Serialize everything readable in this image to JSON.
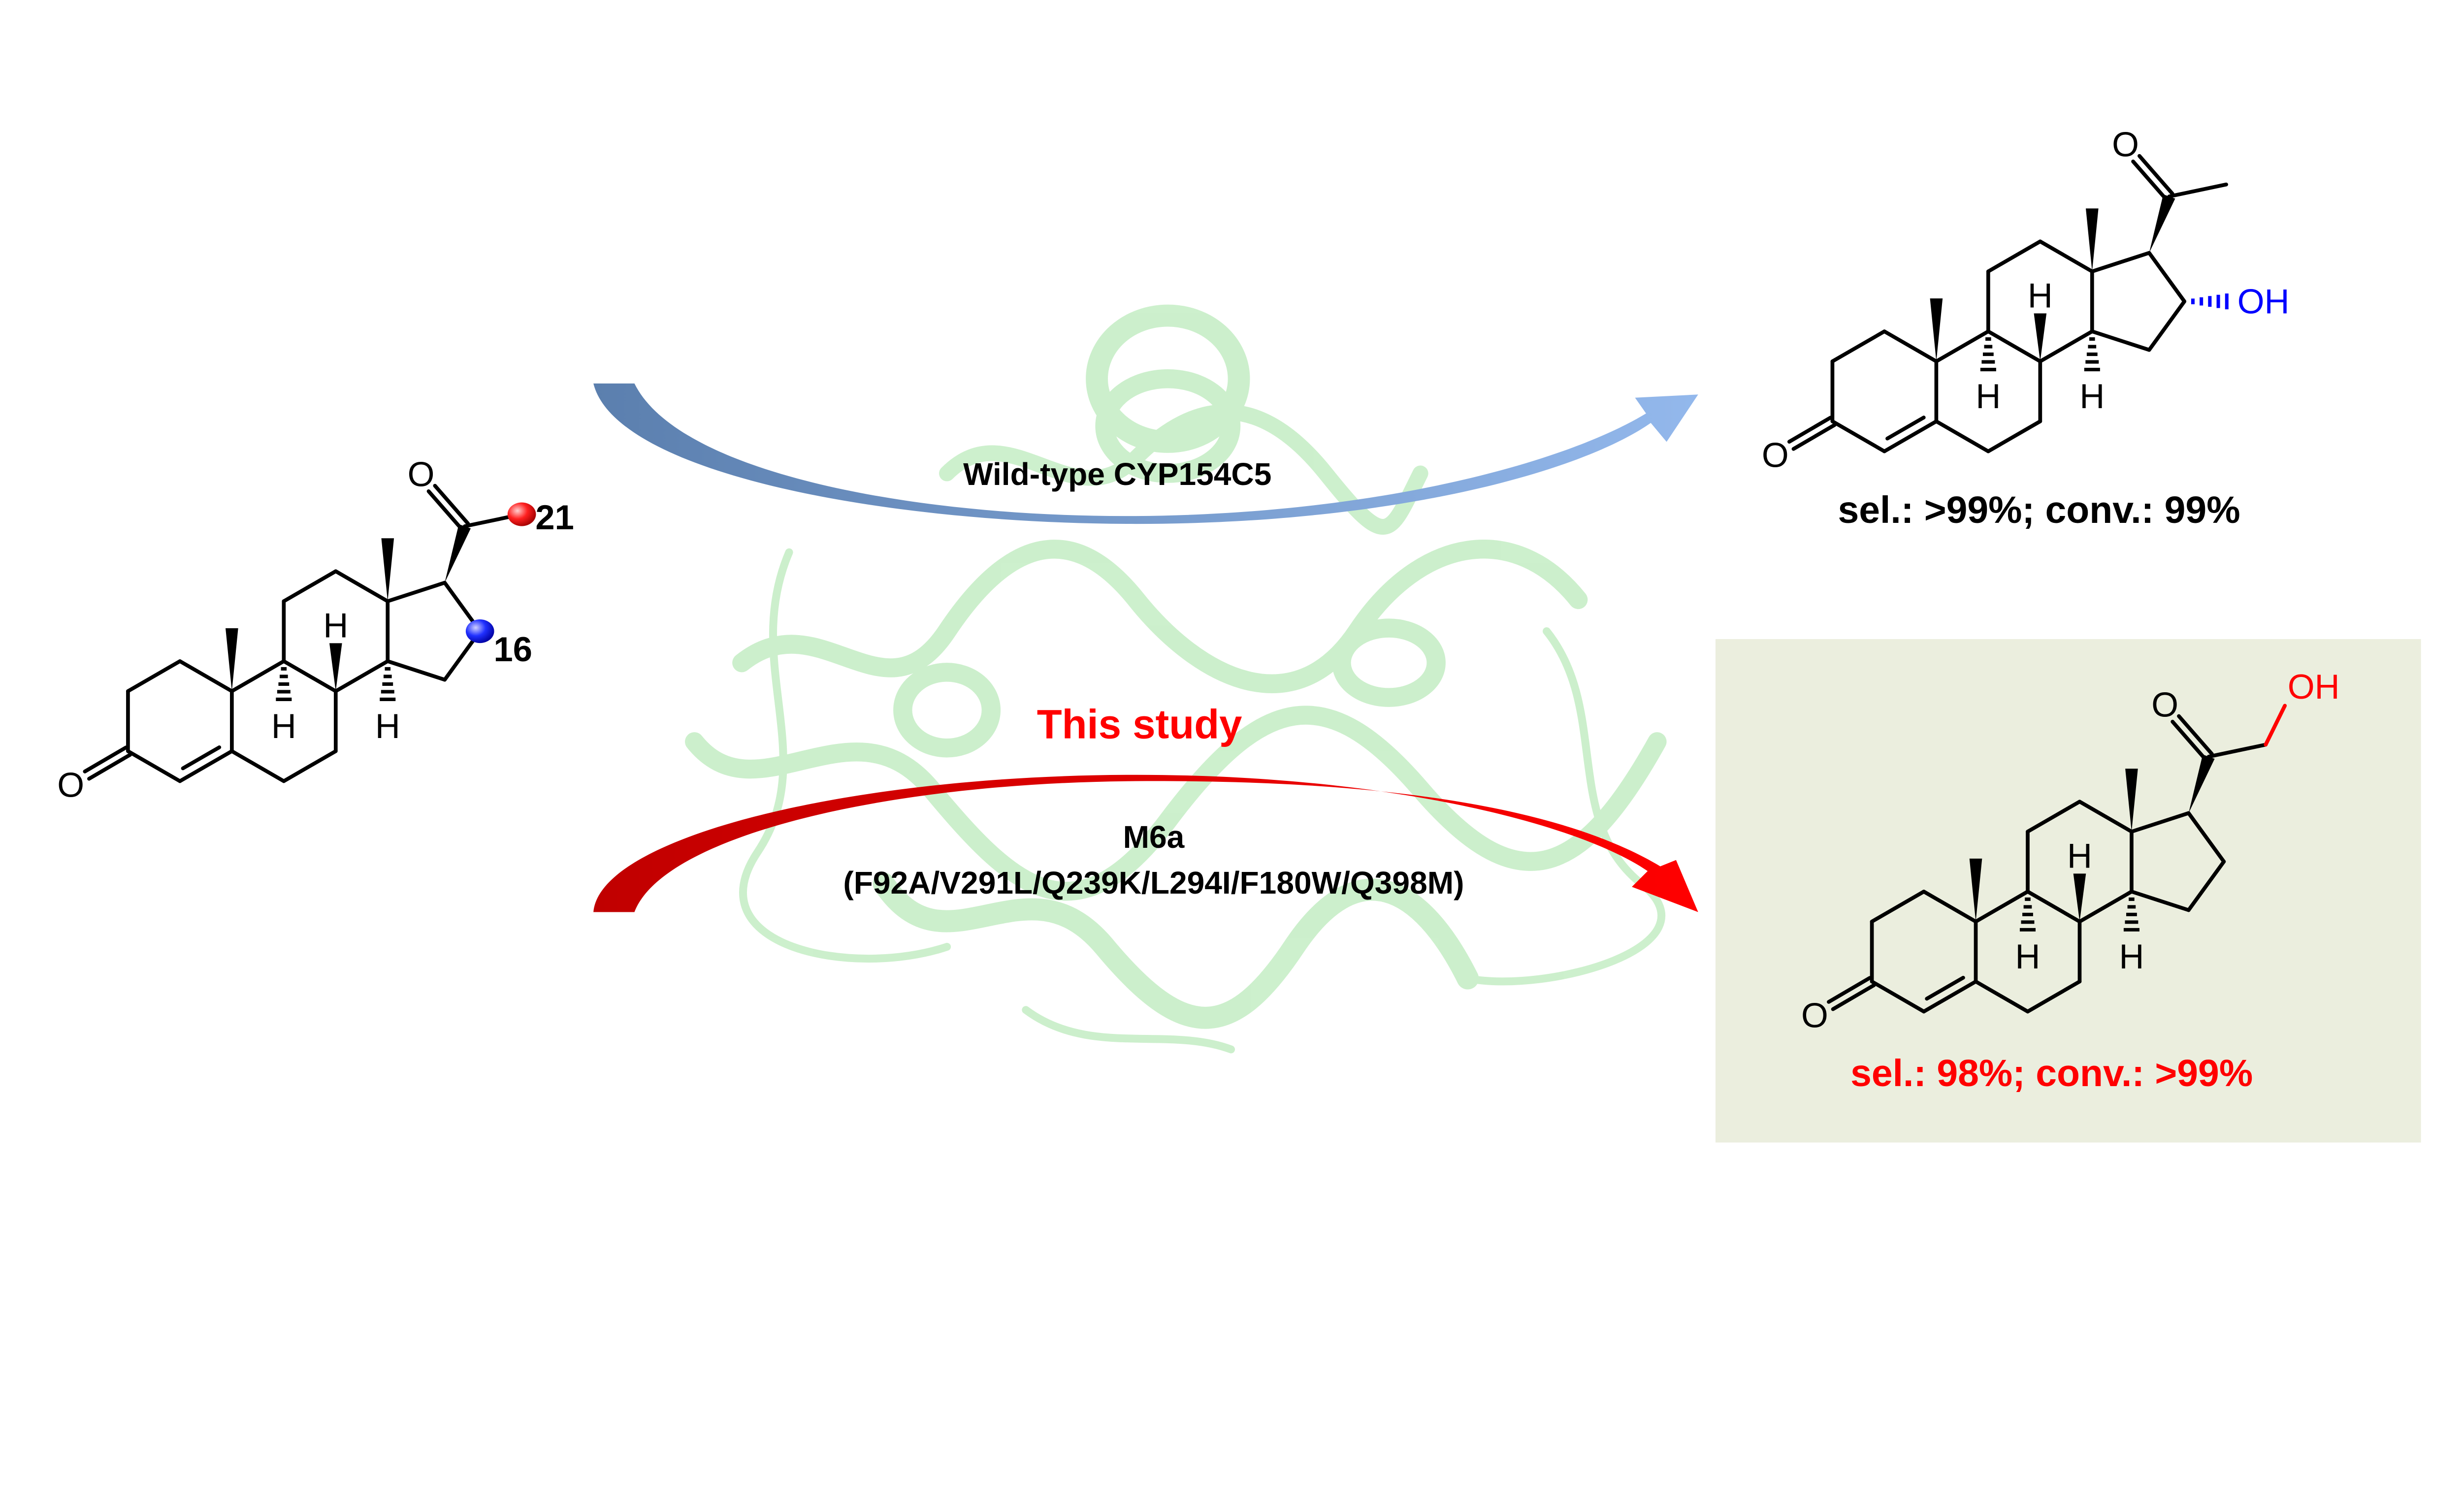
{
  "colors": {
    "wild_type_arrow_start": "#5b7fae",
    "wild_type_arrow_end": "#93b8ec",
    "this_study_arrow_start": "#c00000",
    "this_study_arrow_end": "#ff0000",
    "highlight_box": "#ebeede",
    "protein": "#8fe08f",
    "hydroxyl_16": "#0000ff",
    "hydroxyl_21": "#ff0000"
  },
  "atom_labels": {
    "oxygen": "O",
    "hydrogen": "H",
    "hydroxyl": "OH"
  },
  "substrate": {
    "position_21_label": "21",
    "position_16_label": "16"
  },
  "wild_type": {
    "enzyme_label": "Wild-type CYP154C5",
    "result": "sel.: >99%; conv.: 99%"
  },
  "this_study": {
    "heading": "This study",
    "enzyme_label": "M6a",
    "mutations": "(F92A/V291L/Q239K/L294I/F180W/Q398M)",
    "result": "sel.: 98%; conv.: >99%"
  }
}
